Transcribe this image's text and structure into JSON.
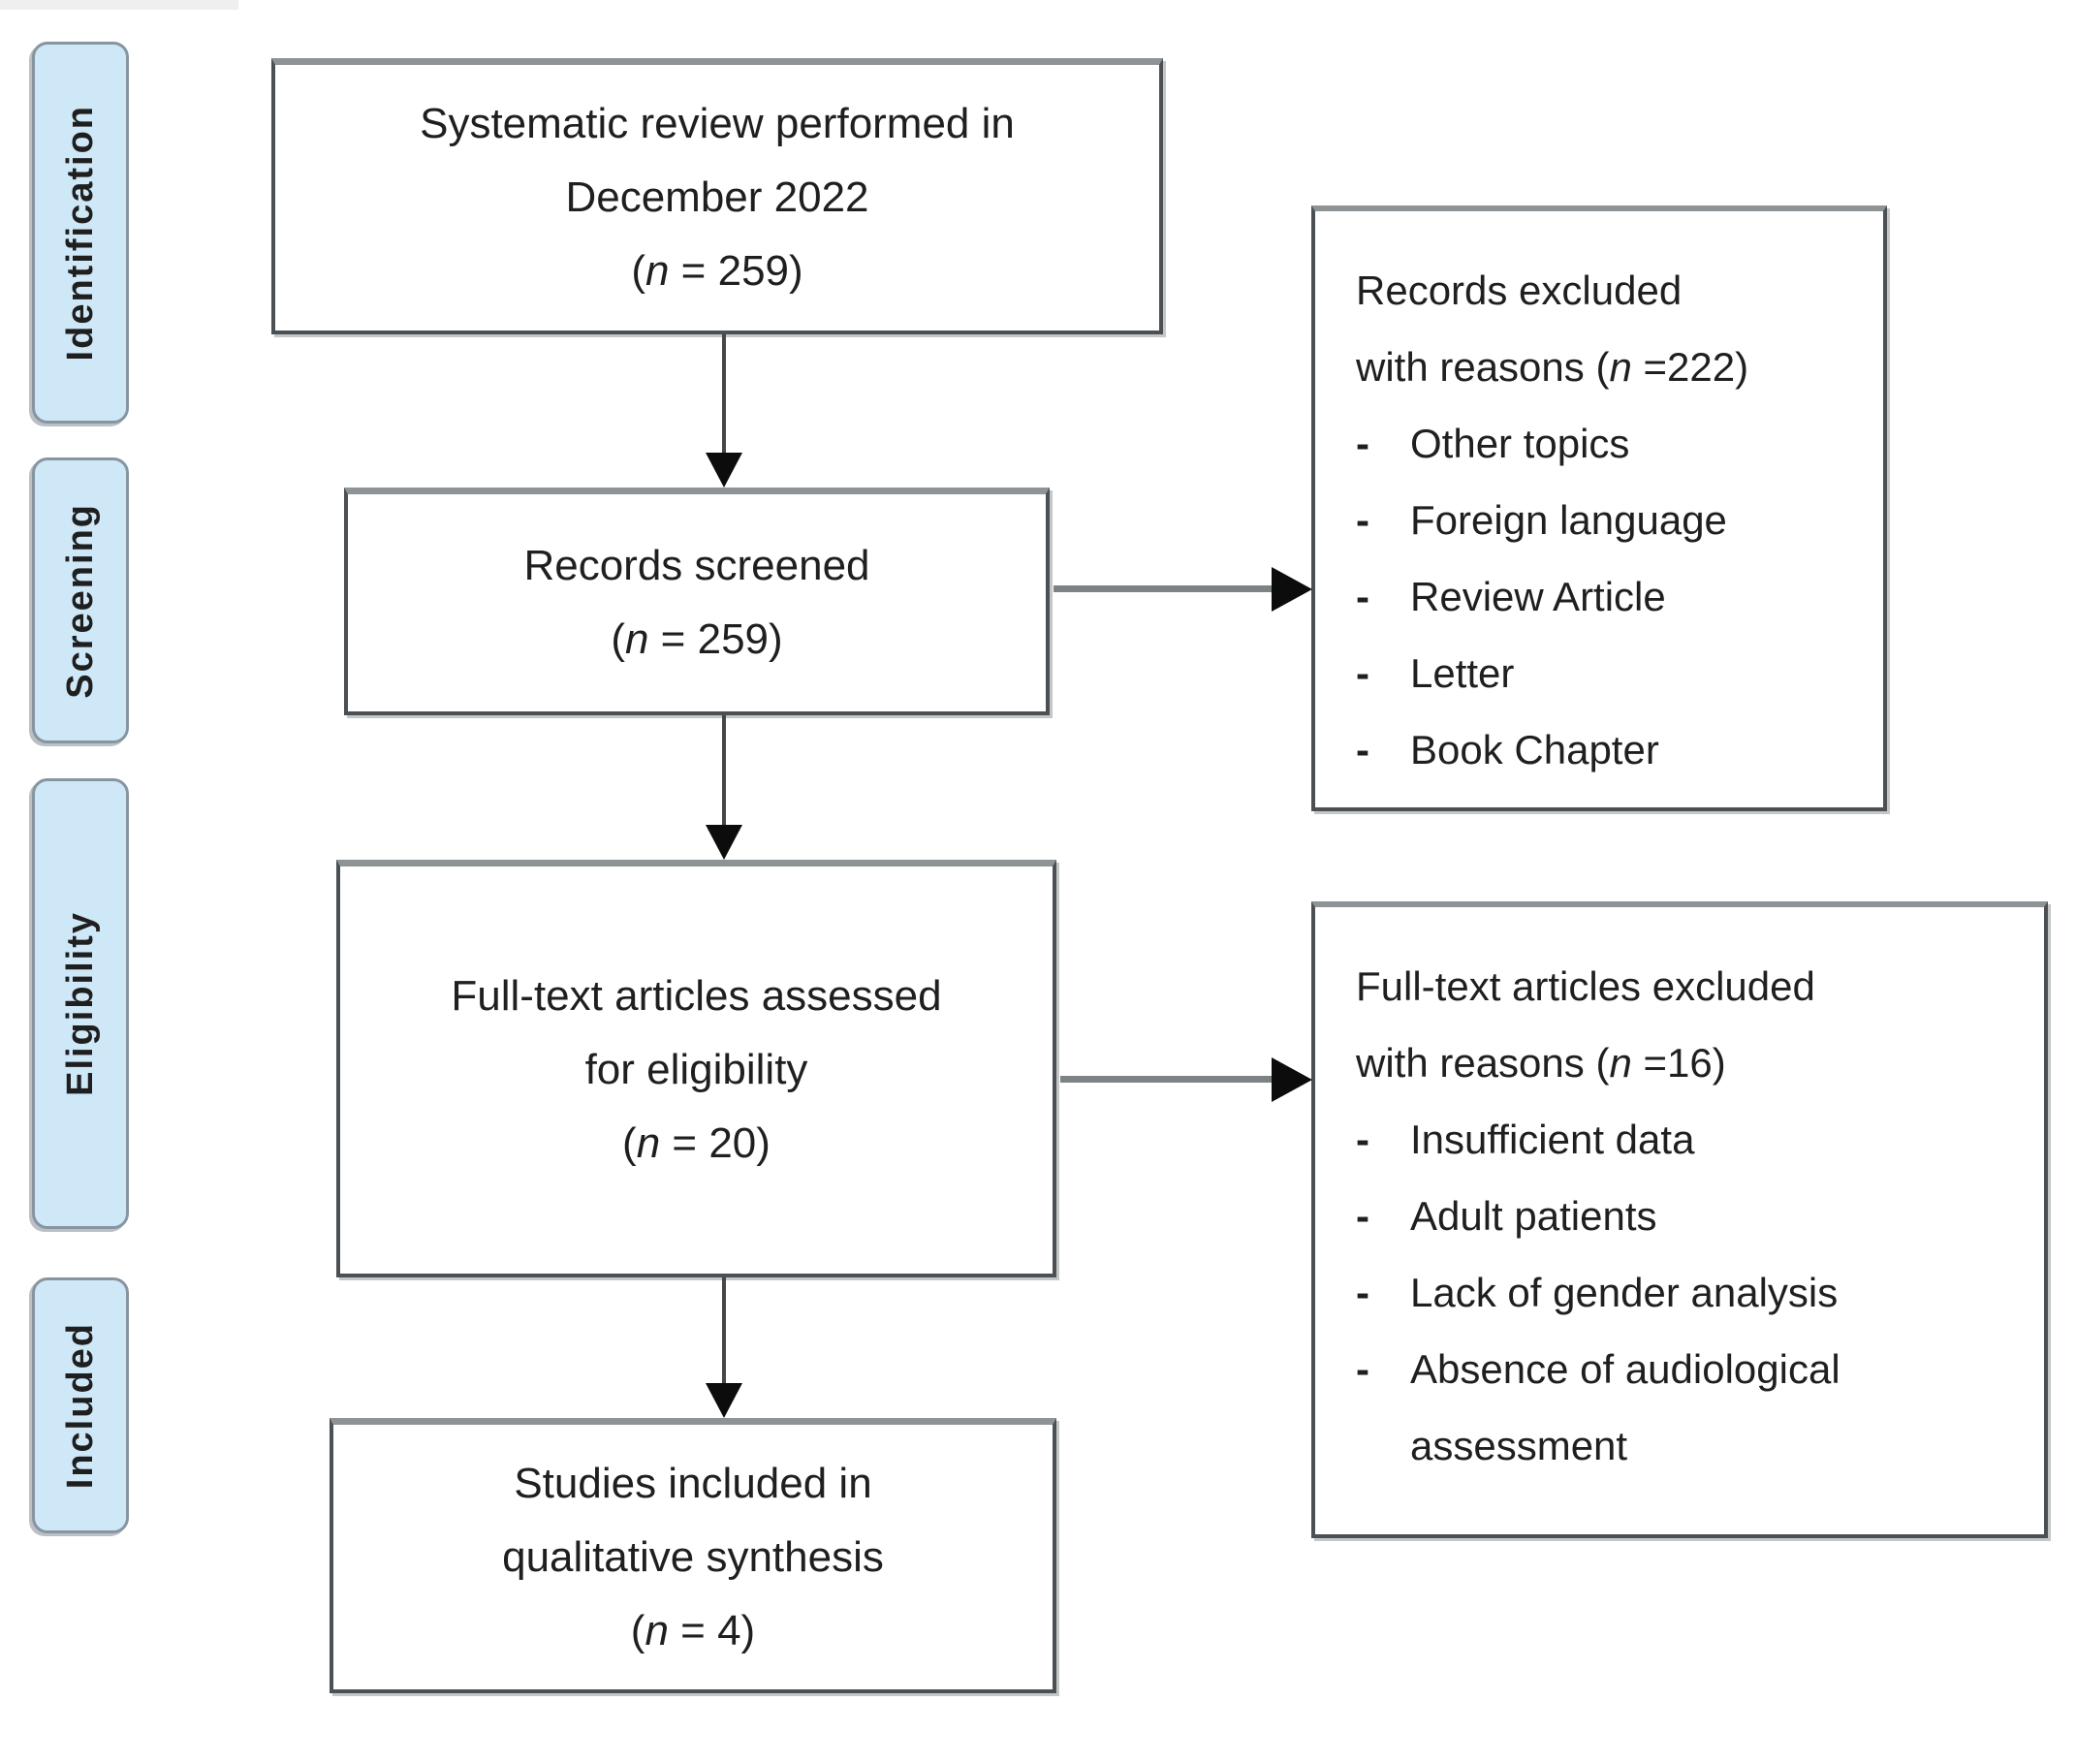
{
  "palette": {
    "label-fill": "#cfe8f8",
    "label-border": "#8795a1",
    "box-border": "#4b5055",
    "box-border-top": "#8e9396",
    "connector-gray": "#7d8284",
    "arrowhead": "#0c0c0c",
    "text": "#1f1f1f"
  },
  "stage_labels": {
    "identification": "Identification",
    "screening": "Screening",
    "eligibility": "Eligibility",
    "included": "Included"
  },
  "flow_boxes": {
    "identification": {
      "lines": [
        "Systematic review performed in",
        "December 2022"
      ],
      "count_pre": "(",
      "count_var": "n",
      "count_post": " = 259)"
    },
    "screened": {
      "lines": [
        "Records screened"
      ],
      "count_pre": "(",
      "count_var": "n",
      "count_post": " = 259)"
    },
    "eligibility": {
      "lines": [
        "Full-text articles assessed",
        "for eligibility"
      ],
      "count_pre": "(",
      "count_var": "n",
      "count_post": " = 20)"
    },
    "included": {
      "lines": [
        "Studies included in",
        "qualitative synthesis"
      ],
      "count_pre": "(",
      "count_var": "n",
      "count_post": " = 4)"
    }
  },
  "exclusion_boxes": {
    "records_excluded": {
      "header_line1": "Records excluded",
      "header_line2_pre": "with reasons (",
      "header_line2_var": "n",
      "header_line2_post": " =222)",
      "items": [
        {
          "dash": "-",
          "text": "Other topics"
        },
        {
          "dash": "-",
          "text": "Foreign language"
        },
        {
          "dash": "-",
          "text": "Review Article"
        },
        {
          "dash": "-",
          "text": "Letter"
        },
        {
          "dash": "-",
          "text": "Book Chapter"
        }
      ]
    },
    "fulltext_excluded": {
      "header_line1": "Full-text articles excluded",
      "header_line2_pre": "with reasons (",
      "header_line2_var": "n",
      "header_line2_post": " =16)",
      "items": [
        {
          "dash": "-",
          "text": "Insufficient data"
        },
        {
          "dash": "-",
          "text": "Adult patients"
        },
        {
          "dash": "-",
          "text": "Lack of gender analysis"
        },
        {
          "dash": "-",
          "text": "Absence of audiological"
        },
        {
          "dash": "",
          "text": "assessment"
        }
      ]
    }
  }
}
